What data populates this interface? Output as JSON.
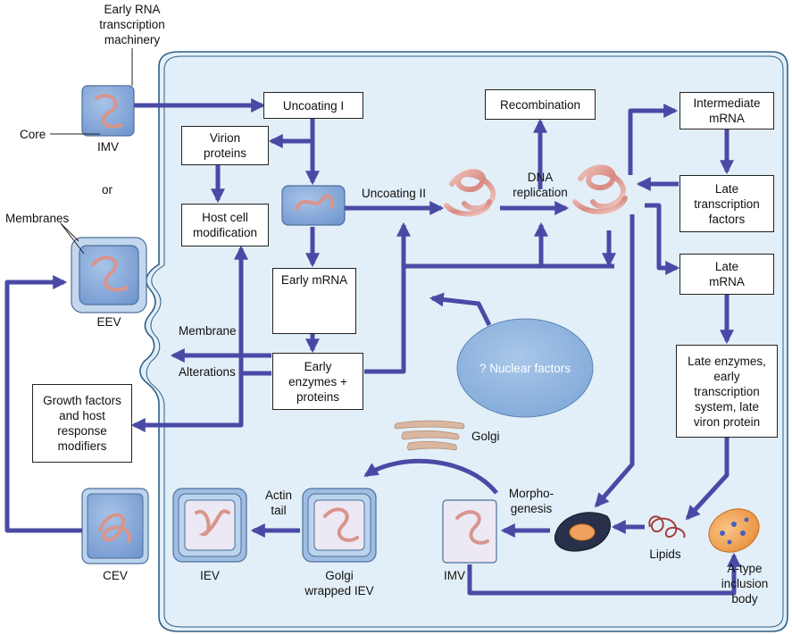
{
  "boxes": {
    "uncoating1": "Uncoating I",
    "recombination": "Recombination",
    "intermediate_mrna": [
      "Intermediate",
      "mRNA"
    ],
    "virion_proteins": [
      "Virion",
      "proteins"
    ],
    "host_cell_mod": [
      "Host cell",
      "modification"
    ],
    "early_mrna": "Early mRNA",
    "late_transcription_factors": [
      "Late",
      "transcription",
      "factors"
    ],
    "late_mrna": [
      "Late",
      "mRNA"
    ],
    "early_enzymes": [
      "Early",
      "enzymes +",
      "proteins"
    ],
    "growth_factors": [
      "Growth factors",
      "and host",
      "response",
      "modifiers"
    ],
    "late_enzymes": [
      "Late enzymes,",
      "early",
      "transcription",
      "system, late",
      "viron protein"
    ]
  },
  "labels": {
    "early_rna": [
      "Early RNA",
      "transcription",
      "machinery"
    ],
    "core": "Core",
    "imv_top": "IMV",
    "or": "or",
    "membranes": "Membranes",
    "eev": "EEV",
    "uncoating2": "Uncoating II",
    "dna_replication": [
      "DNA",
      "replication"
    ],
    "membrane": "Membrane",
    "alterations": "Alterations",
    "nuclear_factors": "? Nuclear factors",
    "golgi": "Golgi",
    "actin_tail": [
      "Actin",
      "tail"
    ],
    "morphogenesis": [
      "Morpho-",
      "genesis"
    ],
    "lipids": "Lipids",
    "a_type": [
      "A-type",
      "inclusion",
      "body"
    ],
    "cev": "CEV",
    "iev": "IEV",
    "golgi_wrapped_iev": [
      "Golgi",
      "wrapped IEV"
    ],
    "imv_bottom": "IMV"
  },
  "colors": {
    "arrow": "#4a4aa6",
    "cell_fill": "#e3eff8",
    "cell_stroke": "#2e5f86",
    "particle_fill": "#8aaedc",
    "particle_stroke": "#4d6f9a",
    "membrane_fill": "#bcd3ee",
    "dna": "#d9948c",
    "nucleus": "#8eb4de"
  }
}
